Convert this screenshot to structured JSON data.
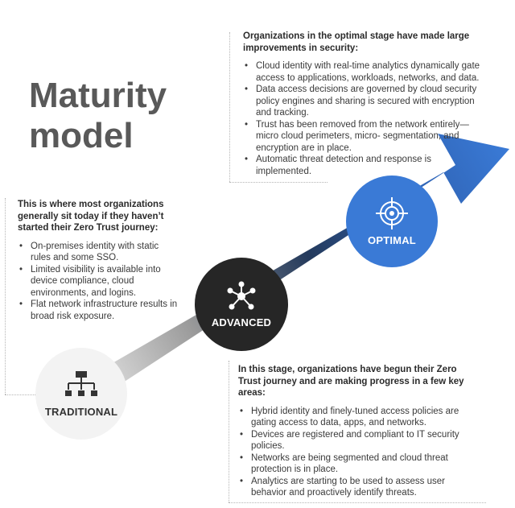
{
  "title": {
    "line1": "Maturity",
    "line2": "model"
  },
  "stages": {
    "traditional": {
      "label": "TRADITIONAL",
      "icon": "hierarchy-icon"
    },
    "advanced": {
      "label": "ADVANCED",
      "icon": "network-hub-icon"
    },
    "optimal": {
      "label": "OPTIMAL",
      "icon": "target-crosshair-icon"
    }
  },
  "panels": {
    "traditional": {
      "heading": "This is where most organizations generally sit today if they haven’t started their Zero Trust journey:",
      "bullets": [
        "On-premises identity with static rules and some SSO.",
        "Limited visibility is available into device compliance, cloud environments, and logins.",
        "Flat network infrastructure results in broad risk exposure."
      ]
    },
    "advanced": {
      "heading": "In this stage, organizations have begun their Zero Trust journey and are making progress in a few key areas:",
      "bullets": [
        "Hybrid identity and finely-tuned access policies are gating access to data, apps, and networks.",
        "Devices are registered and compliant to IT security policies.",
        "Networks are being segmented and cloud threat protection is in place.",
        "Analytics are starting to be used to assess user behavior and proactively identify threats."
      ]
    },
    "optimal": {
      "heading": "Organizations in the optimal stage have made large improvements in security:",
      "bullets": [
        "Cloud identity with real-time analytics dynamically gate access to applications, workloads, networks, and data.",
        "Data access decisions are governed by cloud security policy engines and sharing is secured with encryption and tracking.",
        "Trust has been removed from the network entirely—micro cloud perimeters, micro- segmentation, and encryption are in place.",
        "Automatic threat detection and response is implemented."
      ]
    }
  },
  "colors": {
    "arrow_start": "#f2f2f2",
    "arrow_mid": "#243a5c",
    "arrow_end": "#3a7ad6",
    "traditional_circle": "#f3f3f3",
    "advanced_circle": "#262626",
    "optimal_circle": "#3a7ad6"
  }
}
